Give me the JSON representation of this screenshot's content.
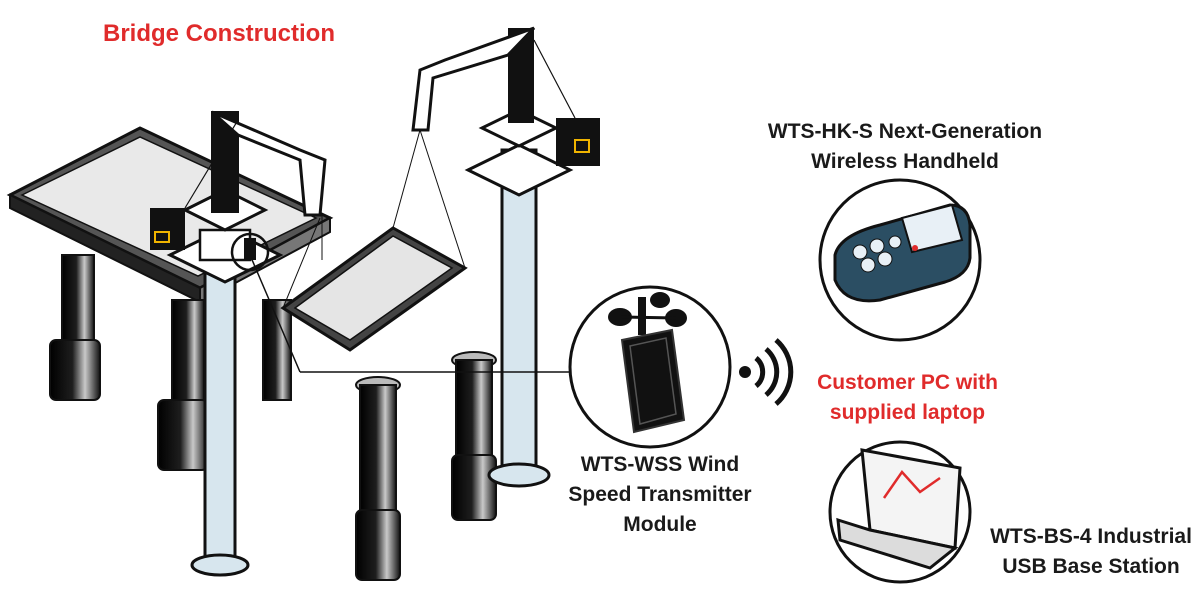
{
  "title": "Bridge Construction",
  "labels": {
    "handheld": [
      "WTS-HK-S Next-Generation",
      "Wireless Handheld"
    ],
    "pc": [
      "Customer PC with",
      "supplied laptop"
    ],
    "wss": [
      "WTS-WSS Wind",
      "Speed Transmitter",
      "Module"
    ],
    "base_station": [
      "WTS-BS-4 Industrial",
      "USB Base Station"
    ]
  },
  "colors": {
    "title_red": "#e02b2b",
    "text": "#1a1a1a",
    "pole_fill": "#d7e6ee",
    "handheld_body": "#2b4e63",
    "dark": "#111111"
  },
  "icons": [
    "crane-icon",
    "bridge-deck-icon",
    "pier-column-icon",
    "anemometer-icon",
    "wireless-signal-icon",
    "handheld-device-icon",
    "laptop-icon"
  ]
}
